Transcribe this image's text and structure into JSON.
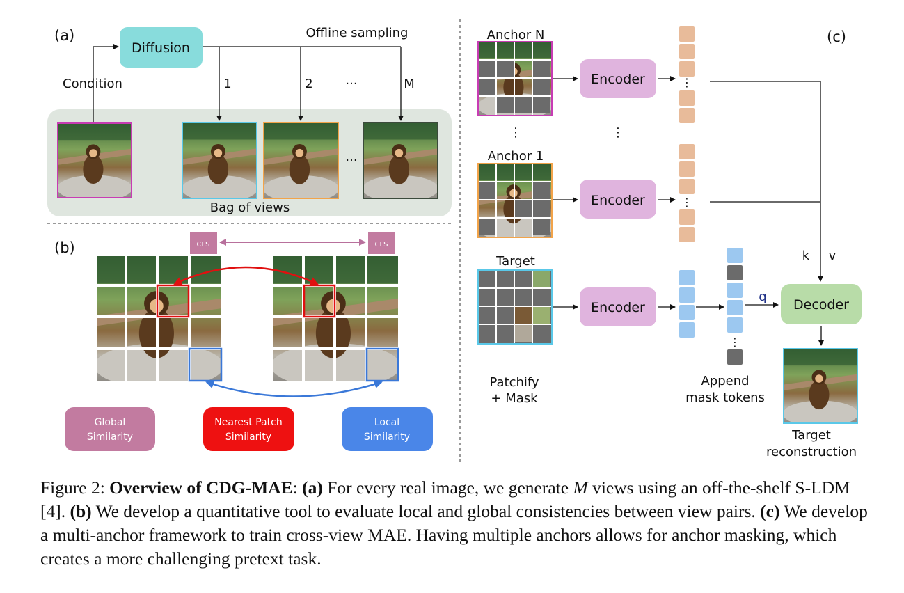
{
  "panel_a": {
    "label": "(a)",
    "diffusion": "Diffusion",
    "offline": "Offline sampling",
    "condition": "Condition",
    "branch_labels": [
      "1",
      "2",
      "···",
      "M"
    ],
    "ellipsis": "···",
    "bag": "Bag of views"
  },
  "panel_b": {
    "label": "(b)",
    "cls": "CLS",
    "pills": [
      {
        "line1": "Global",
        "line2": "Similarity",
        "color": "#c27ba0"
      },
      {
        "line1": "Nearest Patch",
        "line2": "Similarity",
        "color": "#ee1111"
      },
      {
        "line1": "Local",
        "line2": "Similarity",
        "color": "#4a86e8"
      }
    ]
  },
  "panel_c": {
    "label": "(c)",
    "anchor_n": "Anchor N",
    "anchor_1": "Anchor 1",
    "target": "Target",
    "encoder": "Encoder",
    "decoder": "Decoder",
    "k": "k",
    "v": "v",
    "q": "q",
    "vdots": "⋮",
    "patchify_1": "Patchify",
    "patchify_2": "+ Mask",
    "append_1": "Append",
    "append_2": "mask tokens",
    "target_rec_1": "Target",
    "target_rec_2": "reconstruction"
  },
  "colors": {
    "anchor_n_border": "#c83cb4",
    "anchor_1_border": "#f2a44a",
    "target_border": "#5ac8e8",
    "view_dark_border": "#3b4a3b",
    "encoder_fill": "#e0b4de",
    "decoder_fill": "#b8dca8",
    "diffusion_fill": "#88dcdc",
    "anchor_token": "#e8bb9a",
    "target_token": "#9cc8f0",
    "mask_token": "#6b6b6b"
  },
  "caption": {
    "fig": "Figure 2:",
    "bold": "Overview of CDG-MAE",
    "a_lbl": "(a)",
    "a_text_1": "For every real image, we generate",
    "m": "M",
    "a_text_2": "views using an off-the-shelf S-LDM [4].",
    "b_lbl": "(b)",
    "b_text": "We develop a quantitative tool to evaluate local and global consistencies between view pairs.",
    "c_lbl": "(c)",
    "c_text": "We develop a multi-anchor framework to train cross-view MAE. Having multiple anchors allows for anchor masking, which creates a more challenging pretext task."
  }
}
